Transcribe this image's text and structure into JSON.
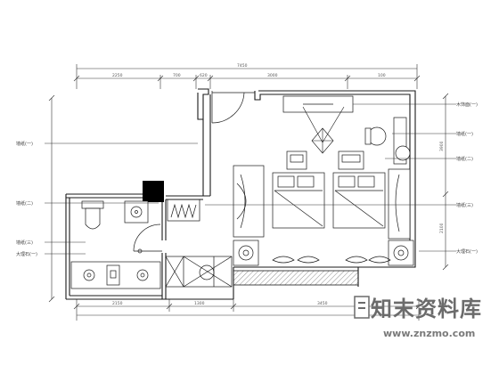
{
  "drawing": {
    "dimensions_top": [
      "2250",
      "700",
      "620",
      "3000",
      "100"
    ],
    "dimension_top_total": "7450",
    "dimensions_bottom": [
      "2150",
      "1300",
      "3450"
    ],
    "dimensions_right": [
      "3900",
      "2100"
    ],
    "callouts_left": [
      "墙纸(一)",
      "墙纸(二)",
      "墙纸(三)",
      "大理石(一)"
    ],
    "callouts_right": [
      "木饰面(一)",
      "墙纸(一)",
      "墙纸(二)",
      "墙纸(三)",
      "大理石(一)"
    ]
  },
  "watermark": {
    "brand": "知末资料库",
    "url": "www.znzmo.com"
  },
  "colors": {
    "line": "#1a1a1a",
    "dimension_line": "#333333",
    "watermark_text": "#6b6b6b",
    "column_fill": "#000000"
  }
}
